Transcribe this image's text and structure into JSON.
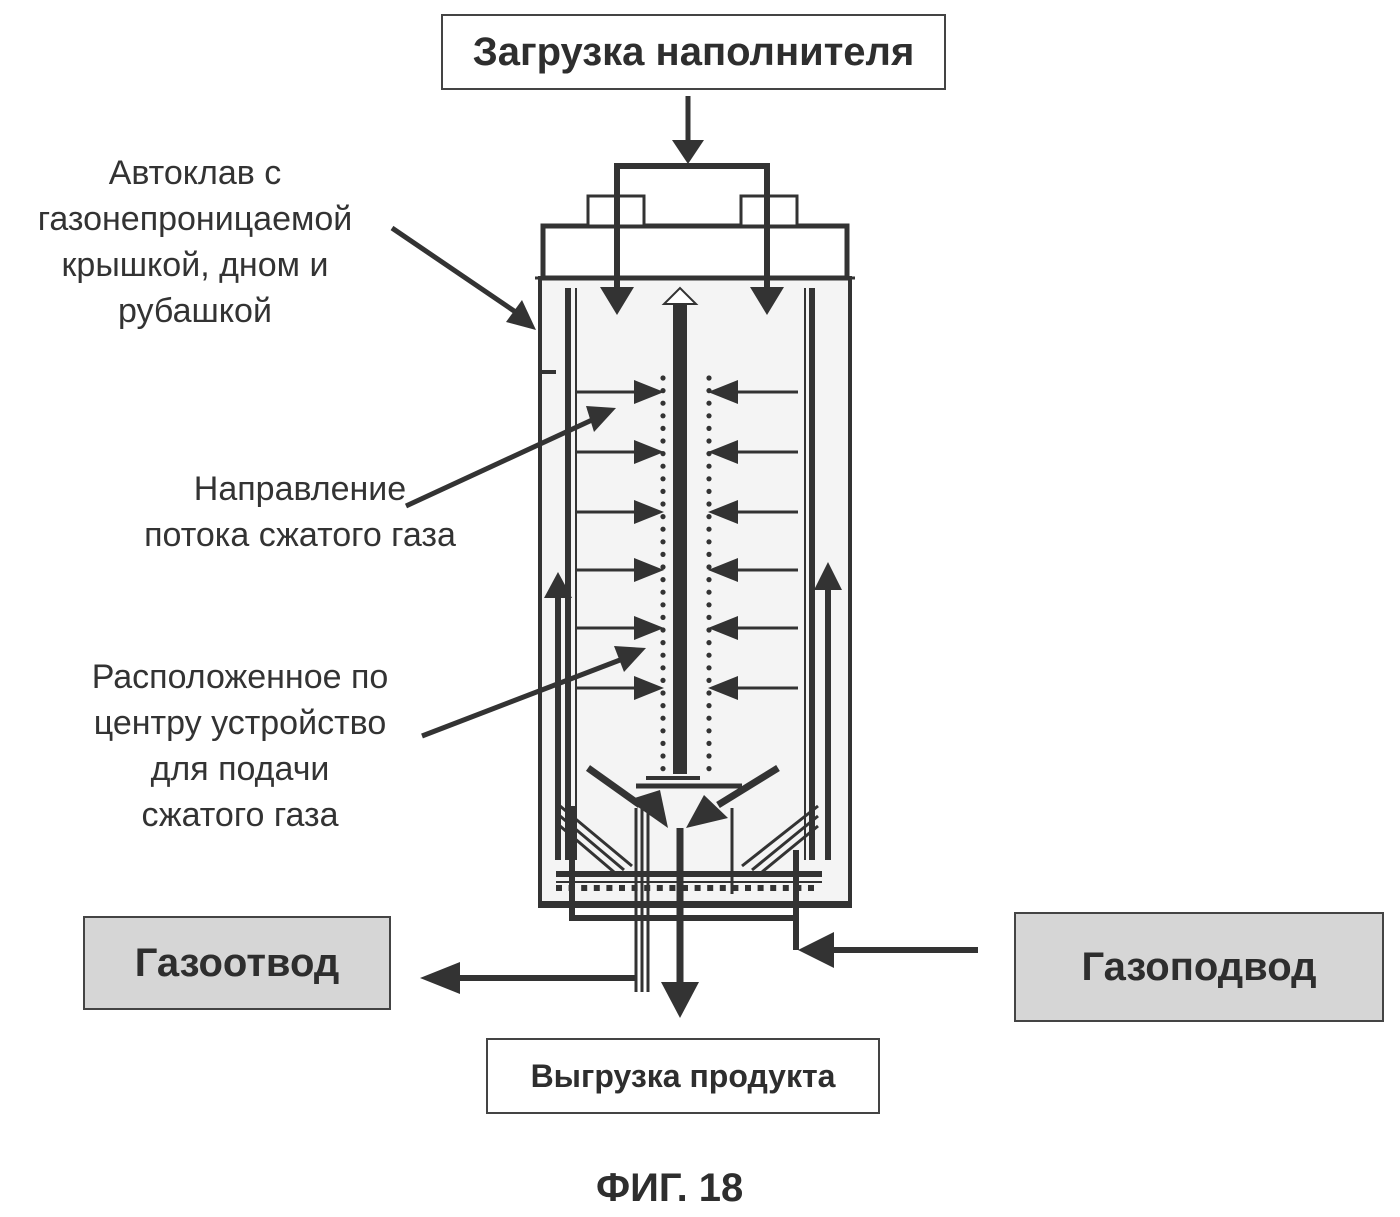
{
  "diagram": {
    "figure_label": "ФИГ. 18",
    "boxes": {
      "filler_loading": "Загрузка наполнителя",
      "gas_outlet": "Газоотвод",
      "gas_inlet": "Газоподвод",
      "product_unloading": "Выгрузка продукта"
    },
    "annotations": {
      "autoclave": [
        "Автоклав с",
        "газонепроницаемой",
        "крышкой, дном и",
        "рубашкой"
      ],
      "flow_direction": [
        "Направление",
        "потока сжатого газа"
      ],
      "central_device": [
        "Расположенное по",
        "центру устройство",
        "для подачи",
        "сжатого газа"
      ]
    },
    "colors": {
      "stroke": "#333333",
      "vessel_fill": "#f4f4f4",
      "grey_box": "#d6d6d6"
    }
  }
}
